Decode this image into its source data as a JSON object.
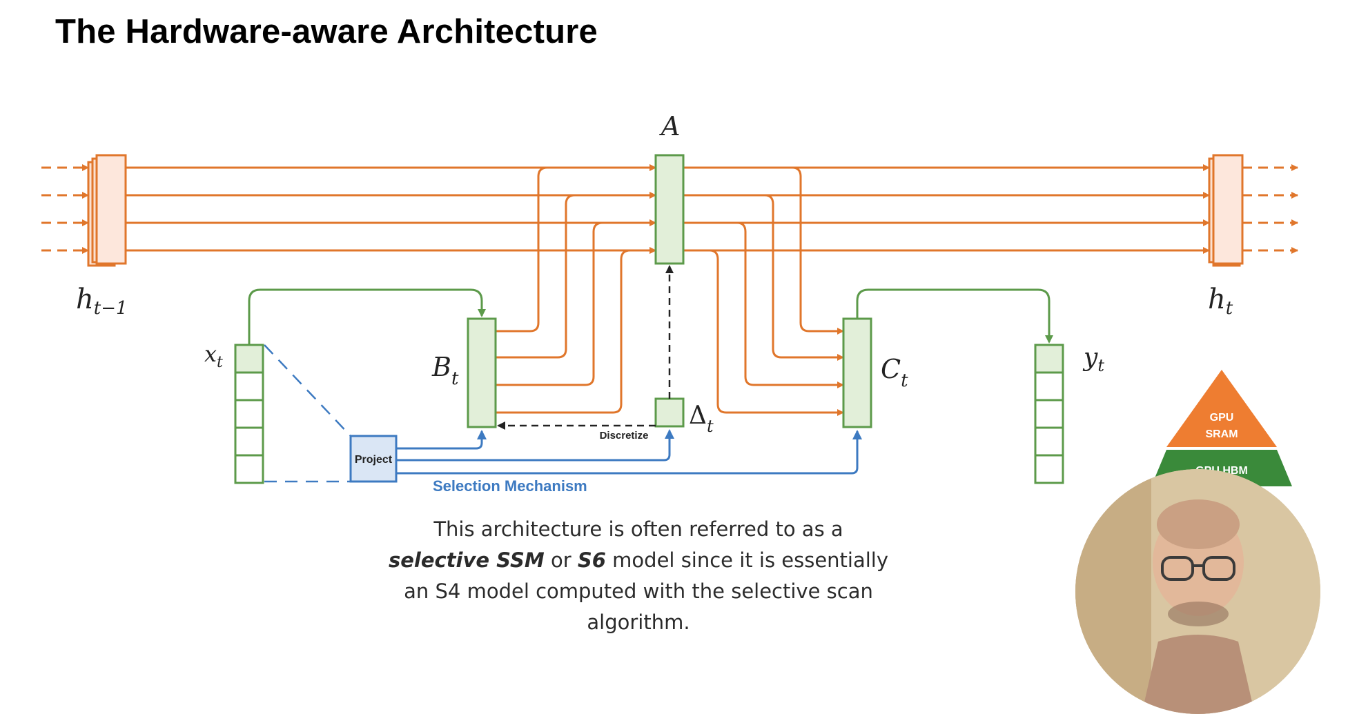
{
  "slide": {
    "title": "The Hardware-aware Architecture"
  },
  "diagram": {
    "state_prev_label": "h",
    "state_prev_sub": "t−1",
    "state_next_label": "h",
    "state_next_sub": "t",
    "a_label": "A",
    "b_label": "B",
    "b_sub": "t",
    "c_label": "C",
    "c_sub": "t",
    "delta_label": "Δ",
    "delta_sub": "t",
    "x_label": "x",
    "x_sub": "t",
    "y_label": "y",
    "y_sub": "t",
    "project_label": "Project",
    "discretize_label": "Discretize",
    "selection_label": "Selection Mechanism",
    "colors": {
      "orange": "#e0762b",
      "green": "#5c9a4a",
      "green_fill": "#e2efd9",
      "blue": "#3d7ac1",
      "blue_fill": "#dae6f5"
    }
  },
  "pyramid": {
    "top_line1": "GPU",
    "top_line2": "SRAM",
    "bottom": "GPU HBM",
    "top_color": "#ee7d31",
    "bottom_color": "#3a8a3a"
  },
  "caption": {
    "part1": "This architecture is often referred to as a ",
    "em1": "selective SSM",
    "part2": " or ",
    "em2": "S6",
    "part3": " model since it is essentially an S4 model computed with the selective scan algorithm."
  },
  "webcam": {
    "description_icon": "presenter-video-icon"
  }
}
